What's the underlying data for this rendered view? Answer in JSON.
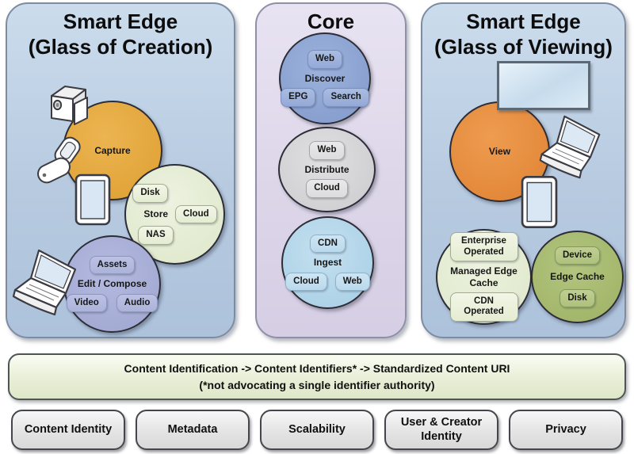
{
  "panels": {
    "creation": {
      "title_line1": "Smart Edge",
      "title_line2": "(Glass of Creation)",
      "icons": [
        "camcorder-icon",
        "flip-phone-icon",
        "tablet-icon",
        "laptop-icon"
      ],
      "circles": {
        "capture": {
          "label": "Capture",
          "color": "#e2a43c"
        },
        "store": {
          "label": "Store",
          "color": "#e6edd6",
          "badges": [
            "Disk",
            "Cloud",
            "NAS"
          ]
        },
        "edit_compose": {
          "label": "Edit / Compose",
          "color": "#a9b0d7",
          "badges": [
            "Assets",
            "Video",
            "Audio"
          ]
        }
      }
    },
    "core": {
      "title": "Core",
      "circles": {
        "discover": {
          "label": "Discover",
          "color": "#8da5d5",
          "badges": [
            "Web",
            "EPG",
            "Search"
          ]
        },
        "distribute": {
          "label": "Distribute",
          "color": "#d7d7d9",
          "badges": [
            "Web",
            "Cloud"
          ]
        },
        "ingest": {
          "label": "Ingest",
          "color": "#b4d8eb",
          "badges": [
            "CDN",
            "Cloud",
            "Web"
          ]
        }
      }
    },
    "viewing": {
      "title_line1": "Smart Edge",
      "title_line2": "(Glass of Viewing)",
      "icons": [
        "tv-icon",
        "laptop-icon",
        "tablet-icon"
      ],
      "circles": {
        "view": {
          "label": "View",
          "color": "#e78c3e"
        },
        "managed_edge_cache": {
          "label": "Managed Edge Cache",
          "color": "#e6edd8",
          "badges": [
            "Enterprise Operated",
            "CDN Operated"
          ]
        },
        "edge_cache": {
          "label": "Edge Cache",
          "color": "#a9bd75",
          "badges": [
            "Device",
            "Disk"
          ]
        }
      }
    }
  },
  "identification_bar": {
    "line1": "Content Identification ->  Content Identifiers* -> Standardized Content URI",
    "line2": "(*not advocating a single identifier authority)"
  },
  "attribute_boxes": [
    "Content Identity",
    "Metadata",
    "Scalability",
    "User & Creator Identity",
    "Privacy"
  ],
  "colors": {
    "panel_blue": "#b7cae0",
    "panel_lavender": "#ddd6e9",
    "id_bar_green": "#e8eed6",
    "attribute_box_gray": "#e4e4e4"
  }
}
